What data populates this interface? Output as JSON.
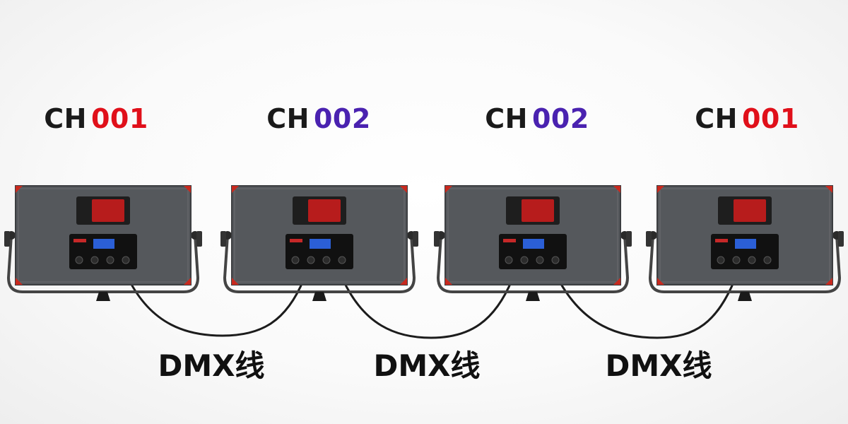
{
  "channels": [
    {
      "prefix": "CH",
      "number": "001",
      "color": "#e0101a"
    },
    {
      "prefix": "CH",
      "number": "002",
      "color": "#4a22b0"
    },
    {
      "prefix": "CH",
      "number": "002",
      "color": "#4a22b0"
    },
    {
      "prefix": "CH",
      "number": "001",
      "color": "#e0101a"
    }
  ],
  "cables": [
    {
      "label": "DMX线"
    },
    {
      "label": "DMX线"
    },
    {
      "label": "DMX线"
    }
  ],
  "fixture": {
    "panel_color": "#55585c",
    "corner_color": "#c8291e",
    "battery_color": "#b71c1c",
    "screen_color": "#2b5fd6"
  }
}
